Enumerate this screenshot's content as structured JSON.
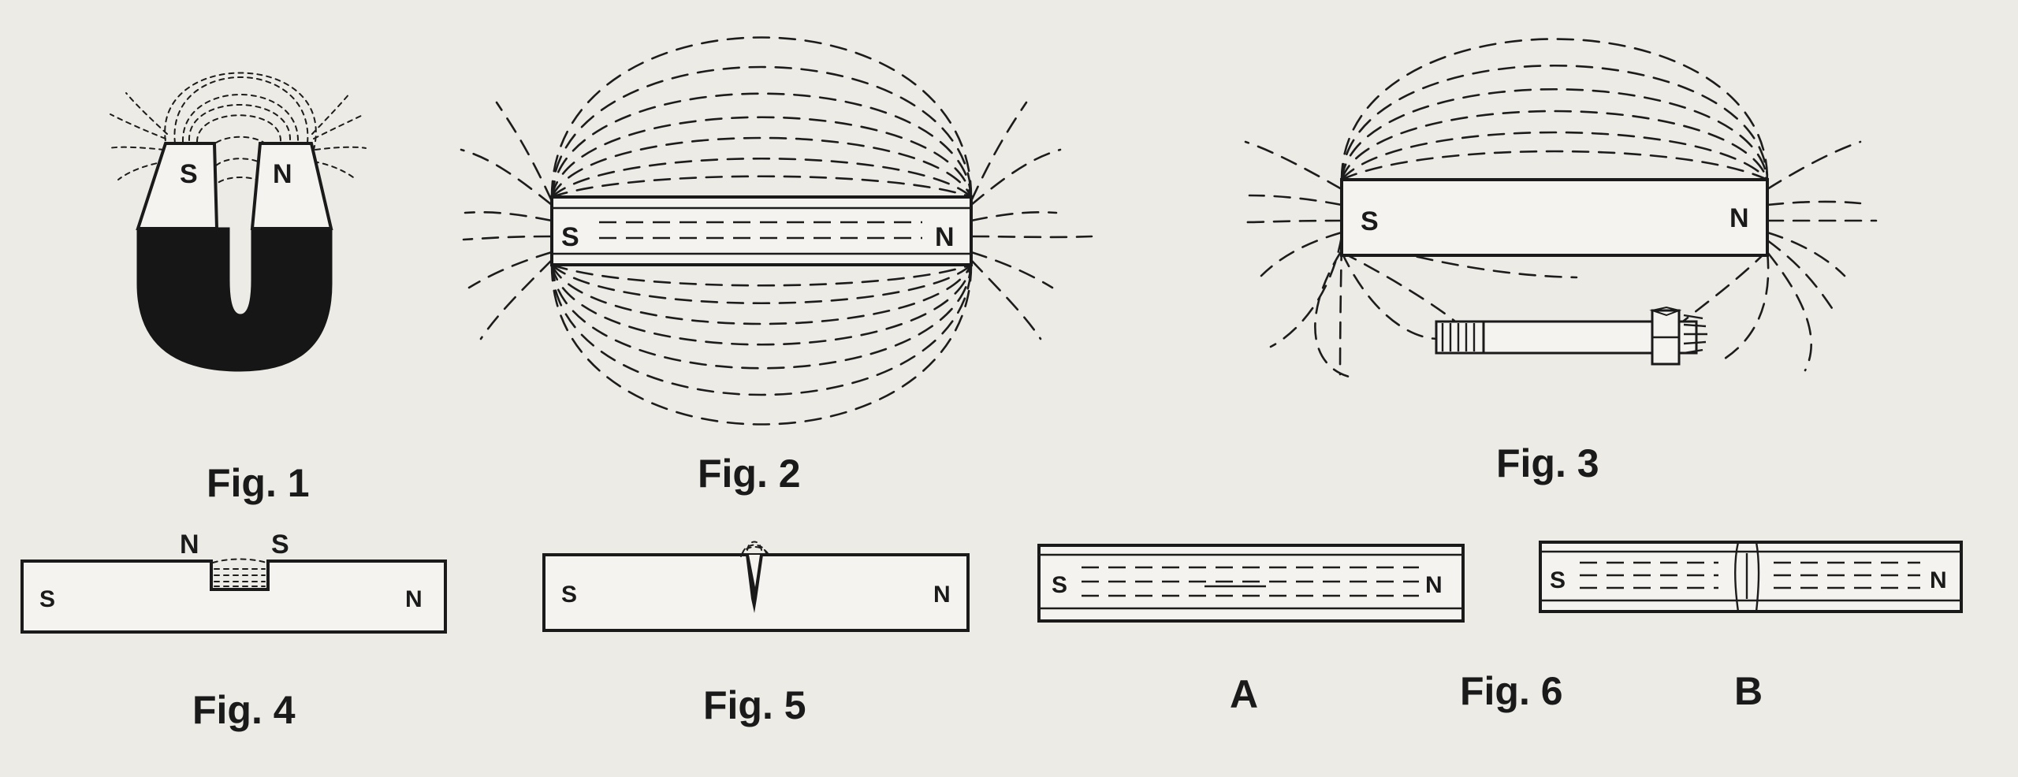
{
  "figures": {
    "fig1": {
      "caption": "Fig. 1",
      "pole_left": "S",
      "pole_right": "N"
    },
    "fig2": {
      "caption": "Fig. 2",
      "pole_left": "S",
      "pole_right": "N"
    },
    "fig3": {
      "caption": "Fig. 3",
      "pole_left": "S",
      "pole_right": "N"
    },
    "fig4": {
      "caption": "Fig. 4",
      "pole_left": "S",
      "pole_right": "N",
      "gap_left": "N",
      "gap_right": "S"
    },
    "fig5": {
      "caption": "Fig. 5",
      "pole_left": "S",
      "pole_right": "N"
    },
    "fig6": {
      "caption": "Fig. 6",
      "panel_a": {
        "label": "A",
        "pole_left": "S",
        "pole_right": "N"
      },
      "panel_b": {
        "label": "B",
        "pole_left": "S",
        "pole_right": "N"
      }
    }
  },
  "colors": {
    "background": "#ecebe6",
    "ink": "#1a1a1a",
    "magnet_fill": "#f4f3ef"
  }
}
